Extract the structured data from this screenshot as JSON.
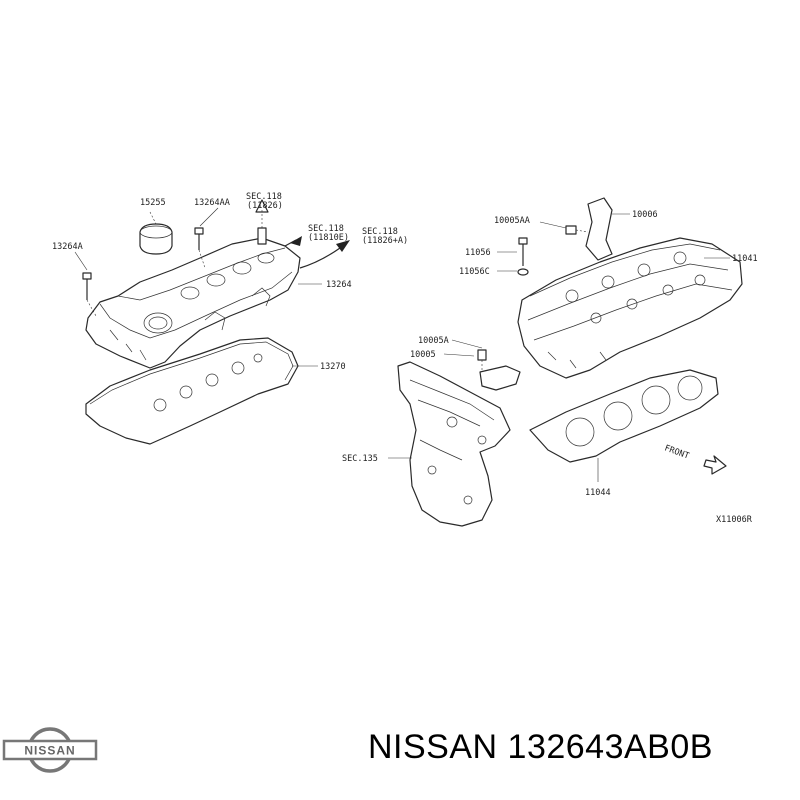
{
  "callouts": {
    "c_13264A": "13264A",
    "c_15255": "15255",
    "c_13264AA": "13264AA",
    "c_sec118_a1": "SEC.118",
    "c_sec118_a2": "(11826)",
    "c_sec118_b1": "SEC.118",
    "c_sec118_b2": "(11810E)",
    "c_sec118_c1": "SEC.118",
    "c_sec118_c2": "(11826+A)",
    "c_13264": "13264",
    "c_13270": "13270",
    "c_10005AA": "10005AA",
    "c_10006": "10006",
    "c_11056": "11056",
    "c_11056C": "11056C",
    "c_11041": "11041",
    "c_10005A": "10005A",
    "c_10005": "10005",
    "c_sec135": "SEC.135",
    "c_front": "FRONT",
    "c_11044": "11044",
    "c_ref": "X11006R"
  },
  "brand": {
    "logo_text": "NISSAN"
  },
  "caption": {
    "text": "NISSAN 132643AB0B"
  }
}
